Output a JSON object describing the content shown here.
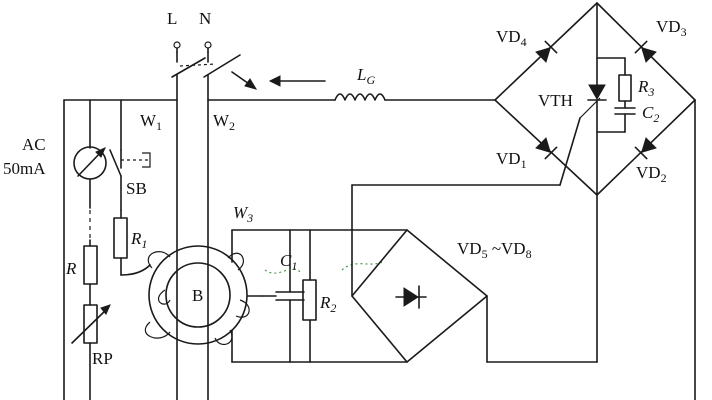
{
  "labels": {
    "L": "L",
    "N": "N",
    "LG": "L",
    "LG_sub": "G",
    "W1": "W",
    "W1_sub": "1",
    "W2": "W",
    "W2_sub": "2",
    "W3": "W",
    "W3_sub": "3",
    "AC": "AC",
    "mA": "50mA",
    "SB": "SB",
    "R1": "R",
    "R1_sub": "1",
    "R": "R",
    "RP": "RP",
    "B": "B",
    "C1": "C",
    "C1_sub": "1",
    "R2": "R",
    "R2_sub": "2",
    "VD58_a": "VD",
    "VD58_a_sub": "5",
    "VD58_b": " ~VD",
    "VD58_b_sub": "8",
    "VD4": "VD",
    "VD4_sub": "4",
    "VD3": "VD",
    "VD3_sub": "3",
    "VD1": "VD",
    "VD1_sub": "1",
    "VD2": "VD",
    "VD2_sub": "2",
    "VTH": "VTH",
    "R3": "R",
    "R3_sub": "3",
    "C2": "C",
    "C2_sub": "2"
  }
}
